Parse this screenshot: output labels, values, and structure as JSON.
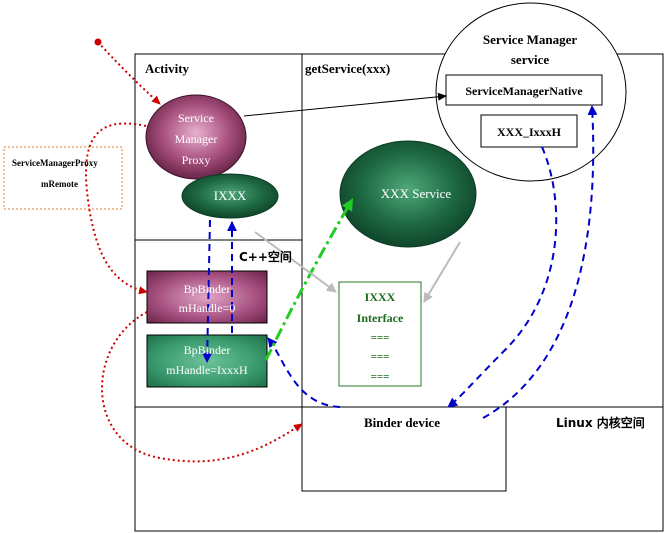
{
  "labels": {
    "activity": "Activity",
    "get_service": "getService(xxx)",
    "service_manager_title_1": "Service Manager",
    "service_manager_title_2": "service",
    "service_manager_native": "ServiceManagerNative",
    "xxx_ixxx_h": "XXX_IxxxH",
    "smp_ellipse_1": "Service",
    "smp_ellipse_2": "Manager",
    "smp_ellipse_3": "Proxy",
    "ixxx": "IXXX",
    "xxx_service": "XXX Service",
    "smp_box_1": "ServiceManagerProxy",
    "smp_box_2": "mRemote",
    "cpp_space": "C++空间",
    "bpbinder0_1": "BpBinder",
    "bpbinder0_2": "mHandle=0",
    "bpbinderx_1": "BpBinder",
    "bpbinderx_2": "mHandle=IxxxH",
    "interface_1": "IXXX",
    "interface_2": "Interface",
    "interface_3": "===",
    "interface_4": "===",
    "interface_5": "===",
    "binder_device": "Binder device",
    "linux_kernel": "Linux 内核空间"
  },
  "colors": {
    "red_dotted": "#cc0000",
    "blue_dashed": "#0000cc",
    "green_dashdot": "#22cc22",
    "grey_arrow": "#bbbbbb",
    "box_border": "#000000",
    "orange_box": "#e08030",
    "interface_border": "#2a7a2a"
  }
}
